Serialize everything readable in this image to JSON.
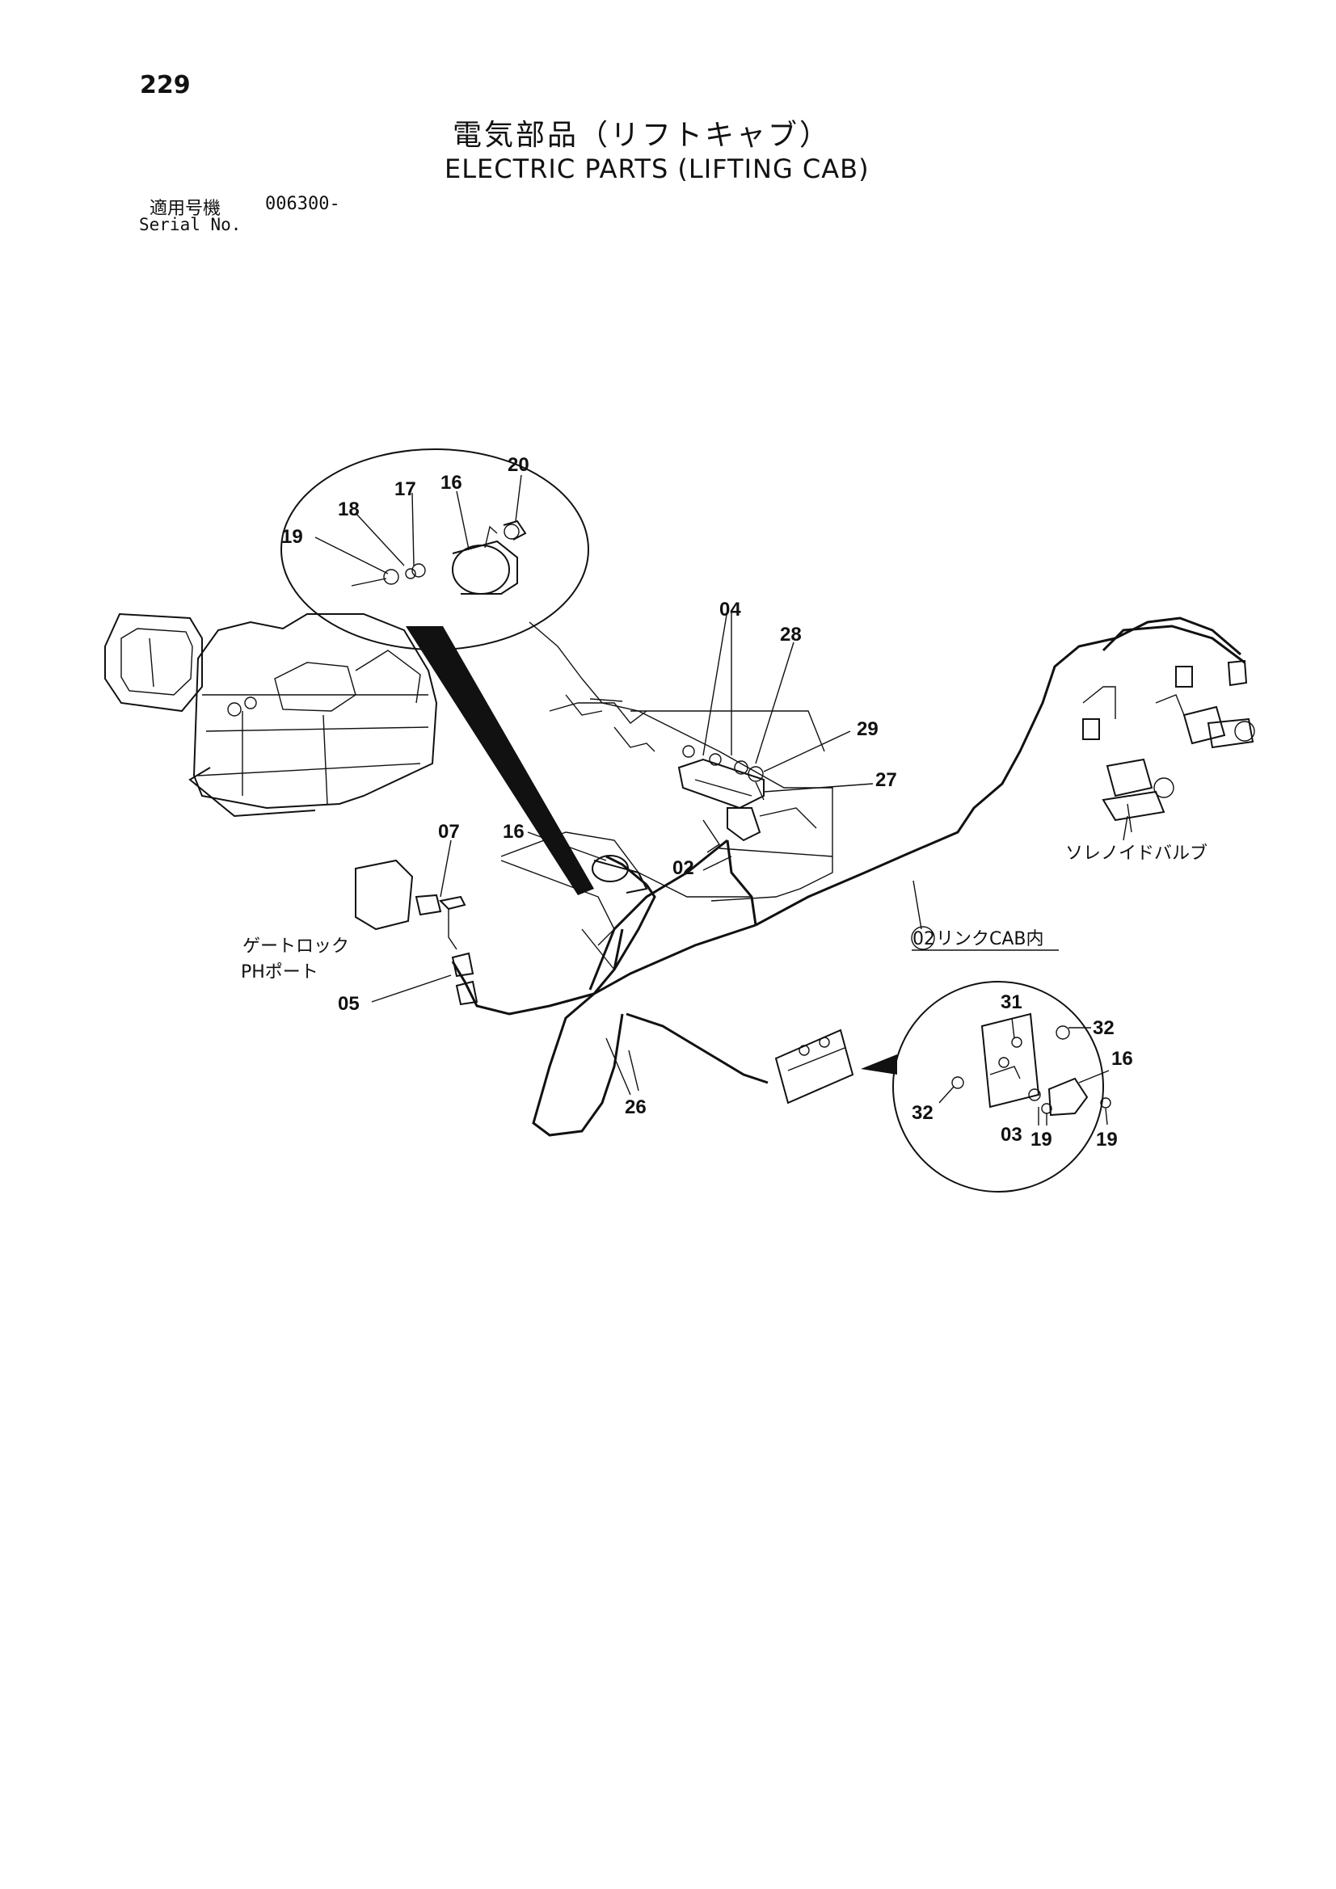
{
  "page": {
    "number": "229",
    "title_jp": "電気部品（リフトキャブ）",
    "title_en": "ELECTRIC PARTS (LIFTING CAB)",
    "serial_label_jp": "適用号機",
    "serial_value": "006300-",
    "serial_label_en": "Serial No."
  },
  "callouts": {
    "c20": "20",
    "c17": "17",
    "c16a": "16",
    "c18": "18",
    "c19a": "19",
    "c04": "04",
    "c28": "28",
    "c29": "29",
    "c27": "27",
    "c07": "07",
    "c16b": "16",
    "c02a": "02",
    "c05": "05",
    "c26": "26",
    "c31": "31",
    "c32a": "32",
    "c16c": "16",
    "c32b": "32",
    "c03": "03",
    "c19b": "19",
    "c19c": "19"
  },
  "notes": {
    "gate_lock": "ゲートロック",
    "ph_port": "PHポート",
    "solenoid_valve": "ソレノイドバルブ",
    "link_cab_num": "02",
    "link_cab_text": "リンクCAB内"
  }
}
